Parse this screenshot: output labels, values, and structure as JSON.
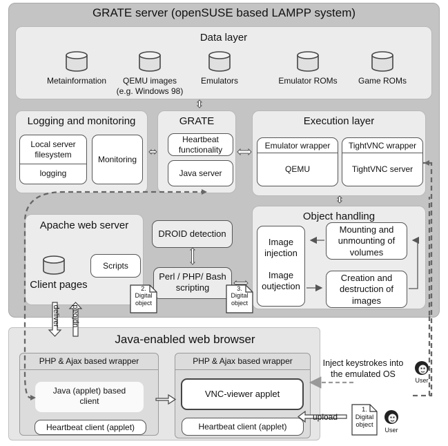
{
  "server_title": "GRATE server (openSUSE based LAMPP system)",
  "data_layer": {
    "title": "Data layer",
    "items": [
      "Metainformation",
      "QEMU images\n(e.g. Windows 98)",
      "Emulators",
      "Emulator ROMs",
      "Game ROMs"
    ]
  },
  "logging": {
    "title": "Logging and monitoring",
    "local_fs": "Local server\nfilesystem",
    "logging": "logging",
    "monitoring": "Monitoring"
  },
  "grate": {
    "title": "GRATE",
    "heartbeat": "Heartbeat\nfunctionality",
    "java_server": "Java server"
  },
  "execution": {
    "title": "Execution layer",
    "emulator_wrapper": "Emulator wrapper",
    "qemu": "QEMU",
    "tightvnc_wrapper": "TightVNC wrapper",
    "tightvnc_server": "TightVNC server"
  },
  "apache": {
    "title": "Apache web server",
    "scripts": "Scripts",
    "client_pages": "Client pages"
  },
  "droid": "DROID detection",
  "scripting": "Perl / PHP/ Bash\nscripting",
  "object_handling": {
    "title": "Object handling",
    "image_injection": "Image\ninjection",
    "image_outjection": "Image\noutjection",
    "mounting": "Mounting and\nunmounting of\nvolumes",
    "creation": "Creation and\ndestruction of\nimages"
  },
  "docs": {
    "doc2": "2.\nDigital\nobject",
    "doc3": "3.\nDigital\nobject",
    "doc1": "1.\nDigital\nobject"
  },
  "arrows": {
    "deliver": "deliver",
    "upload_vertical": "upload",
    "upload": "upload"
  },
  "browser": {
    "title": "Java-enabled web browser",
    "left_wrapper": "PHP & Ajax based wrapper",
    "java_client": "Java (applet) based\nclient",
    "heartbeat_client_left": "Heartbeat client (applet)",
    "right_wrapper": "PHP & Ajax based wrapper",
    "vnc_viewer": "VNC-viewer applet",
    "heartbeat_client_right": "Heartbeat client (applet)"
  },
  "inject_text": "Inject keystrokes into\nthe emulated OS",
  "user_label": "User",
  "user_label_2": "User",
  "icons": [
    "database-icon",
    "document-icon",
    "user-icon"
  ]
}
